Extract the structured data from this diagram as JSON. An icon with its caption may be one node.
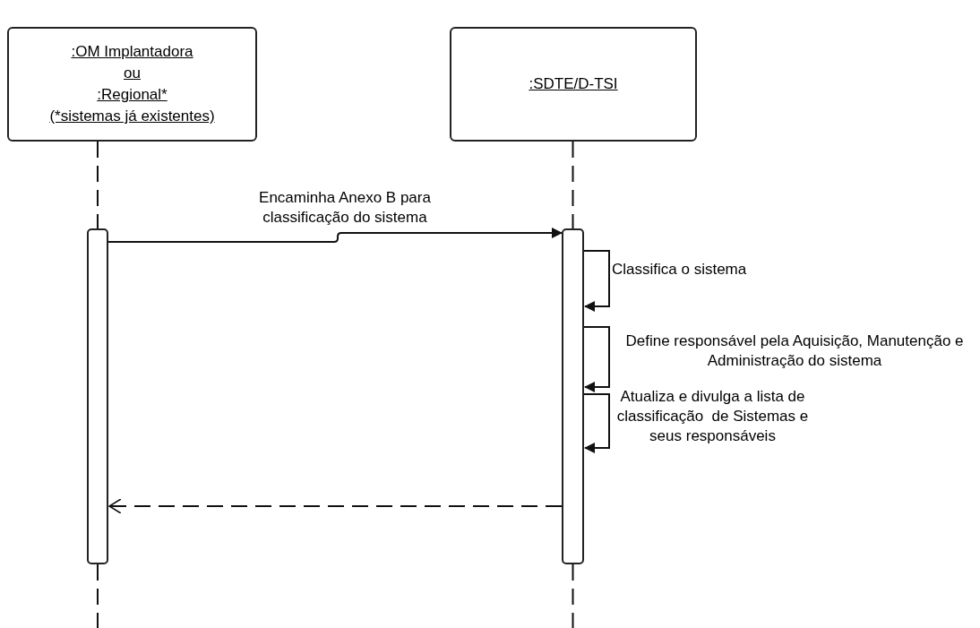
{
  "diagram": {
    "nodes": [
      {
        "text": [
          ":OM Implantadora",
          "ou",
          ":Regional*",
          "(*sistemas já existentes)"
        ]
      },
      {
        "text": [
          ":SDTE/D-TSI"
        ]
      },
      {
        "text": [],
        "shape": "bar"
      },
      {
        "text": [],
        "shape": "bar"
      }
    ],
    "edges": [
      {
        "from": 0,
        "to": 2,
        "arrow": "none",
        "style": "dashed"
      },
      {
        "from": 2,
        "to": null,
        "arrow": "none",
        "style": "dashed"
      },
      {
        "from": 1,
        "to": 3,
        "arrow": "none",
        "style": "dashed"
      },
      {
        "from": 3,
        "to": null,
        "arrow": "none",
        "style": "dashed"
      },
      {
        "from": 2,
        "to": 3,
        "arrow": "to",
        "label": "Encaminha Anexo B para classificação do sistema"
      },
      {
        "from": 3,
        "to": 3,
        "arrow": "to",
        "label": "Classifica o sistema"
      },
      {
        "from": 3,
        "to": 3,
        "arrow": "to",
        "label": "Define responsável pela Aquisição, Manutenção e Administração do sistema"
      },
      {
        "from": 3,
        "to": 3,
        "arrow": "to",
        "label": "Atualiza e divulga a lista de classificação  de Sistemas e seus responsáveis"
      },
      {
        "from": 3,
        "to": 2,
        "arrow": "to",
        "style": "dashed"
      }
    ]
  }
}
